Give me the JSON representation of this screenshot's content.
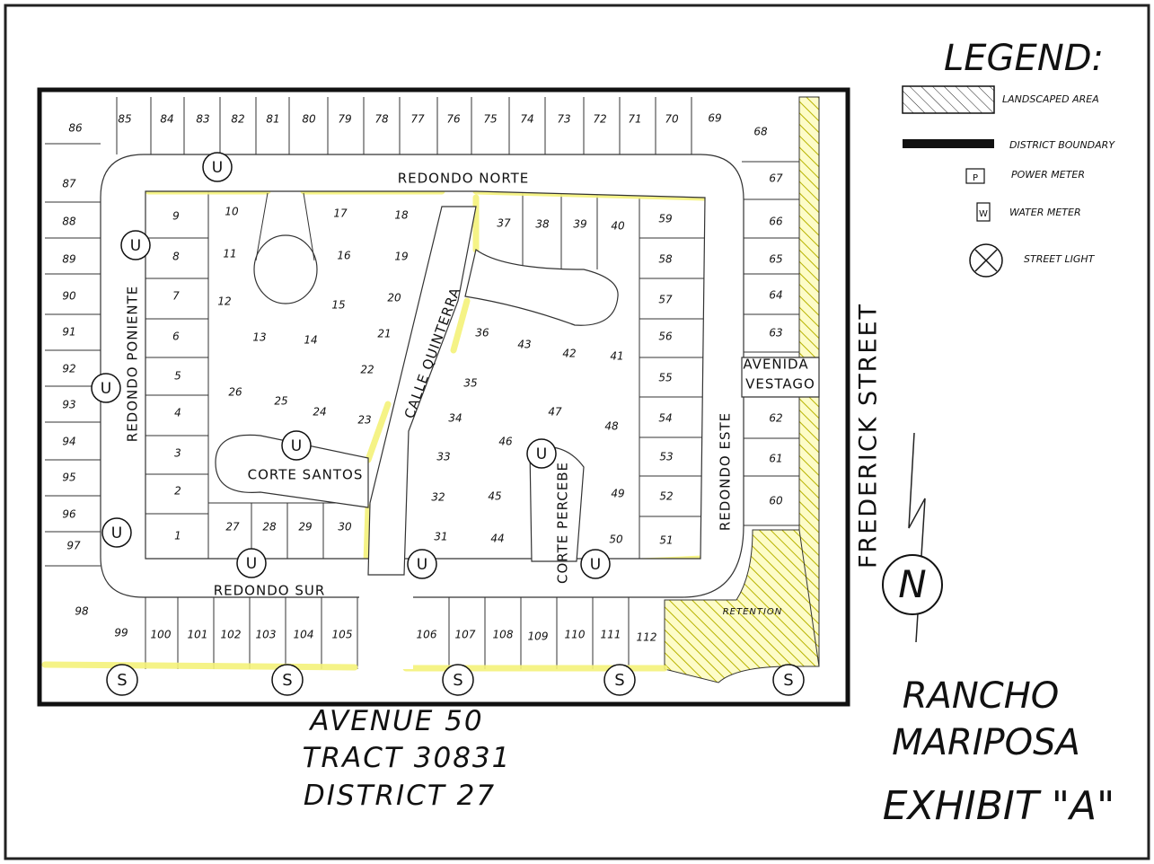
{
  "legend": {
    "title": "LEGEND:",
    "items": [
      {
        "key": "landscaped",
        "label": "LANDSCAPED AREA"
      },
      {
        "key": "boundary",
        "label": "DISTRICT BOUNDARY"
      },
      {
        "key": "power",
        "label": "POWER METER",
        "symbol": "P"
      },
      {
        "key": "water",
        "label": "WATER METER",
        "symbol": "W"
      },
      {
        "key": "light",
        "label": "STREET LIGHT"
      }
    ]
  },
  "streets": {
    "redondo_norte": "REDONDO NORTE",
    "redondo_poniente": "REDONDO PONIENTE",
    "redondo_sur": "REDONDO SUR",
    "redondo_este": "REDONDO ESTE",
    "calle_quinterra": "CALLE QUINTERRA",
    "corte_santos": "CORTE SANTOS",
    "corte_percebe": "CORTE PERCEBE",
    "avenida": "AVENIDA",
    "vestago": "VESTAGO",
    "frederick": "FREDERICK STREET"
  },
  "retention_label": "RETENTION",
  "north_label": "N",
  "footer": {
    "avenue": "AVENUE 50",
    "tract": "TRACT 30831",
    "district": "DISTRICT 27"
  },
  "title_block": {
    "line1": "RANCHO",
    "line2": "MARIPOSA",
    "line3": "EXHIBIT \"A\""
  },
  "symbols": {
    "utility": "U",
    "streetlight": "S"
  },
  "lots": [
    "1",
    "2",
    "3",
    "4",
    "5",
    "6",
    "7",
    "8",
    "9",
    "10",
    "11",
    "12",
    "13",
    "14",
    "15",
    "16",
    "17",
    "18",
    "19",
    "20",
    "21",
    "22",
    "23",
    "24",
    "25",
    "26",
    "27",
    "28",
    "29",
    "30",
    "31",
    "32",
    "33",
    "34",
    "35",
    "36",
    "37",
    "38",
    "39",
    "40",
    "41",
    "42",
    "43",
    "44",
    "45",
    "46",
    "47",
    "48",
    "49",
    "50",
    "51",
    "52",
    "53",
    "54",
    "55",
    "56",
    "57",
    "58",
    "59",
    "60",
    "61",
    "62",
    "63",
    "64",
    "65",
    "66",
    "67",
    "68",
    "69",
    "70",
    "71",
    "72",
    "73",
    "74",
    "75",
    "76",
    "77",
    "78",
    "79",
    "80",
    "81",
    "82",
    "83",
    "84",
    "85",
    "86",
    "87",
    "88",
    "89",
    "90",
    "91",
    "92",
    "93",
    "94",
    "95",
    "96",
    "97",
    "98",
    "99",
    "100",
    "101",
    "102",
    "103",
    "104",
    "105",
    "106",
    "107",
    "108",
    "109",
    "110",
    "111",
    "112"
  ],
  "colors": {
    "highlight": "#f4f27a",
    "ink": "#111111",
    "hatch": "#c9c400",
    "water_meter": "#2233aa"
  }
}
